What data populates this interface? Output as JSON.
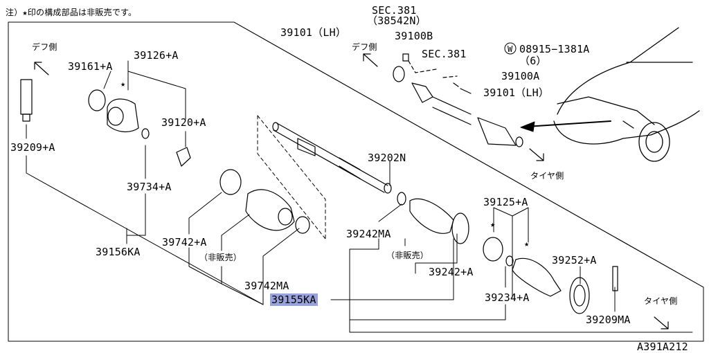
{
  "header": {
    "note": "注）★印の構成部品は非販売です。",
    "diagram_id": "A391A212"
  },
  "labels": {
    "diff_side_1": "デフ側",
    "diff_side_2": "デフ側",
    "tire_side_1": "タイヤ側",
    "tire_side_2": "タイヤ側",
    "not_sold_1": "（非販売）",
    "not_sold_2": "（非販売）",
    "star_1": "★",
    "star_2": "★",
    "star_3": "★"
  },
  "parts": {
    "p39101_lh_top": "39101（LH）",
    "sec381_a": "SEC.381",
    "sec381_b": "（38542N）",
    "p39100b": "39100B",
    "sec381_c": "SEC.381",
    "bolt_w": "W",
    "p08915": "08915−1381A",
    "p08915_qty": "（6）",
    "p39100a": "39100A",
    "p39101_lh": "39101（LH）",
    "p39161a": "39161+A",
    "p39126a": "39126+A",
    "p39120a": "39120+A",
    "p39209a": "39209+A",
    "p39734a": "39734+A",
    "p39202n": "39202N",
    "p39742a": "39742+A",
    "p39156ka": "39156KA",
    "p39742ma": "39742MA",
    "p39155ka": "39155KA",
    "p39242ma": "39242MA",
    "p39242a": "39242+A",
    "p39125a": "39125+A",
    "p39252a": "39252+A",
    "p39234a": "39234+A",
    "p39209ma": "39209MA"
  }
}
